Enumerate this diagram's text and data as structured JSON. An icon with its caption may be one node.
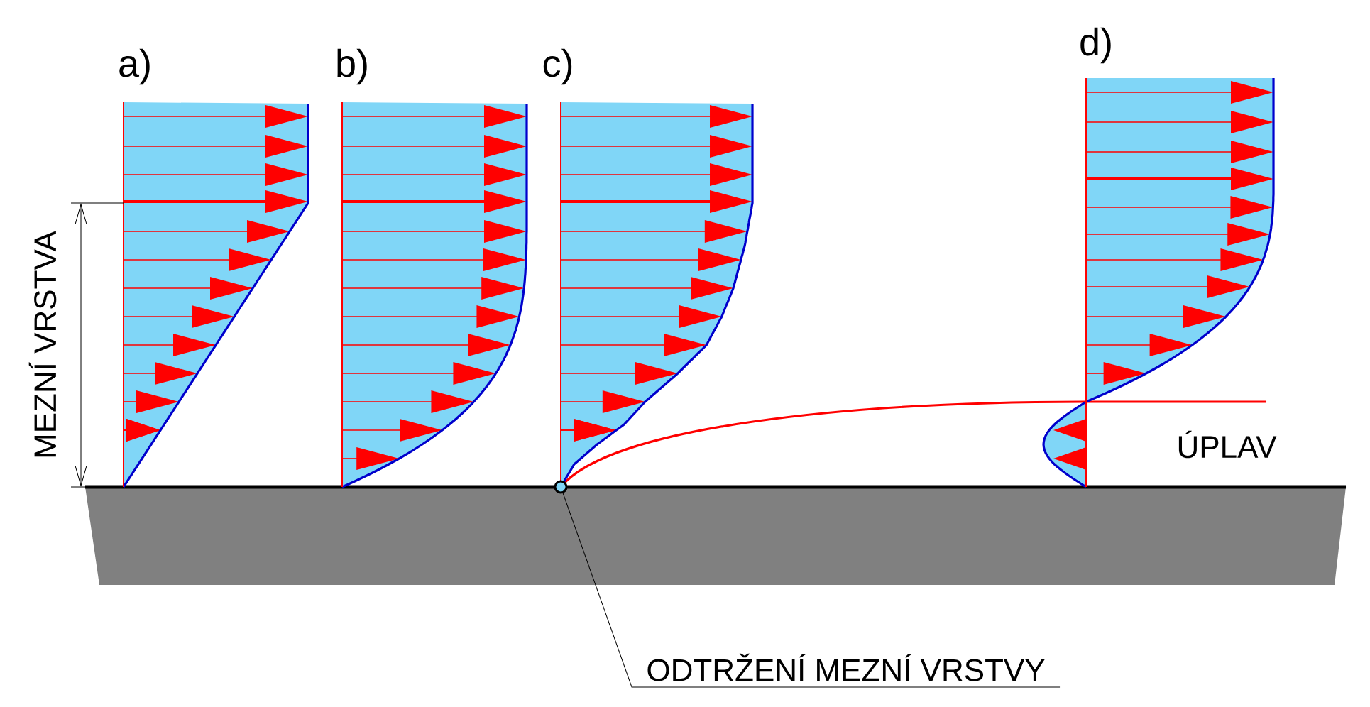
{
  "diagram": {
    "nodes": [
      {
        "text": [
          "ODTRŽENÍ MEZNÍ VRSTVY"
        ]
      },
      {
        "text": [],
        "shape": "circle"
      }
    ],
    "edges": [
      {
        "from": 0,
        "to": 1,
        "arrow": "none"
      }
    ],
    "labels": [
      "a)",
      "b)",
      "c)",
      "d)",
      "MEZNÍ VRSTVA",
      "ÚPLAV"
    ]
  }
}
